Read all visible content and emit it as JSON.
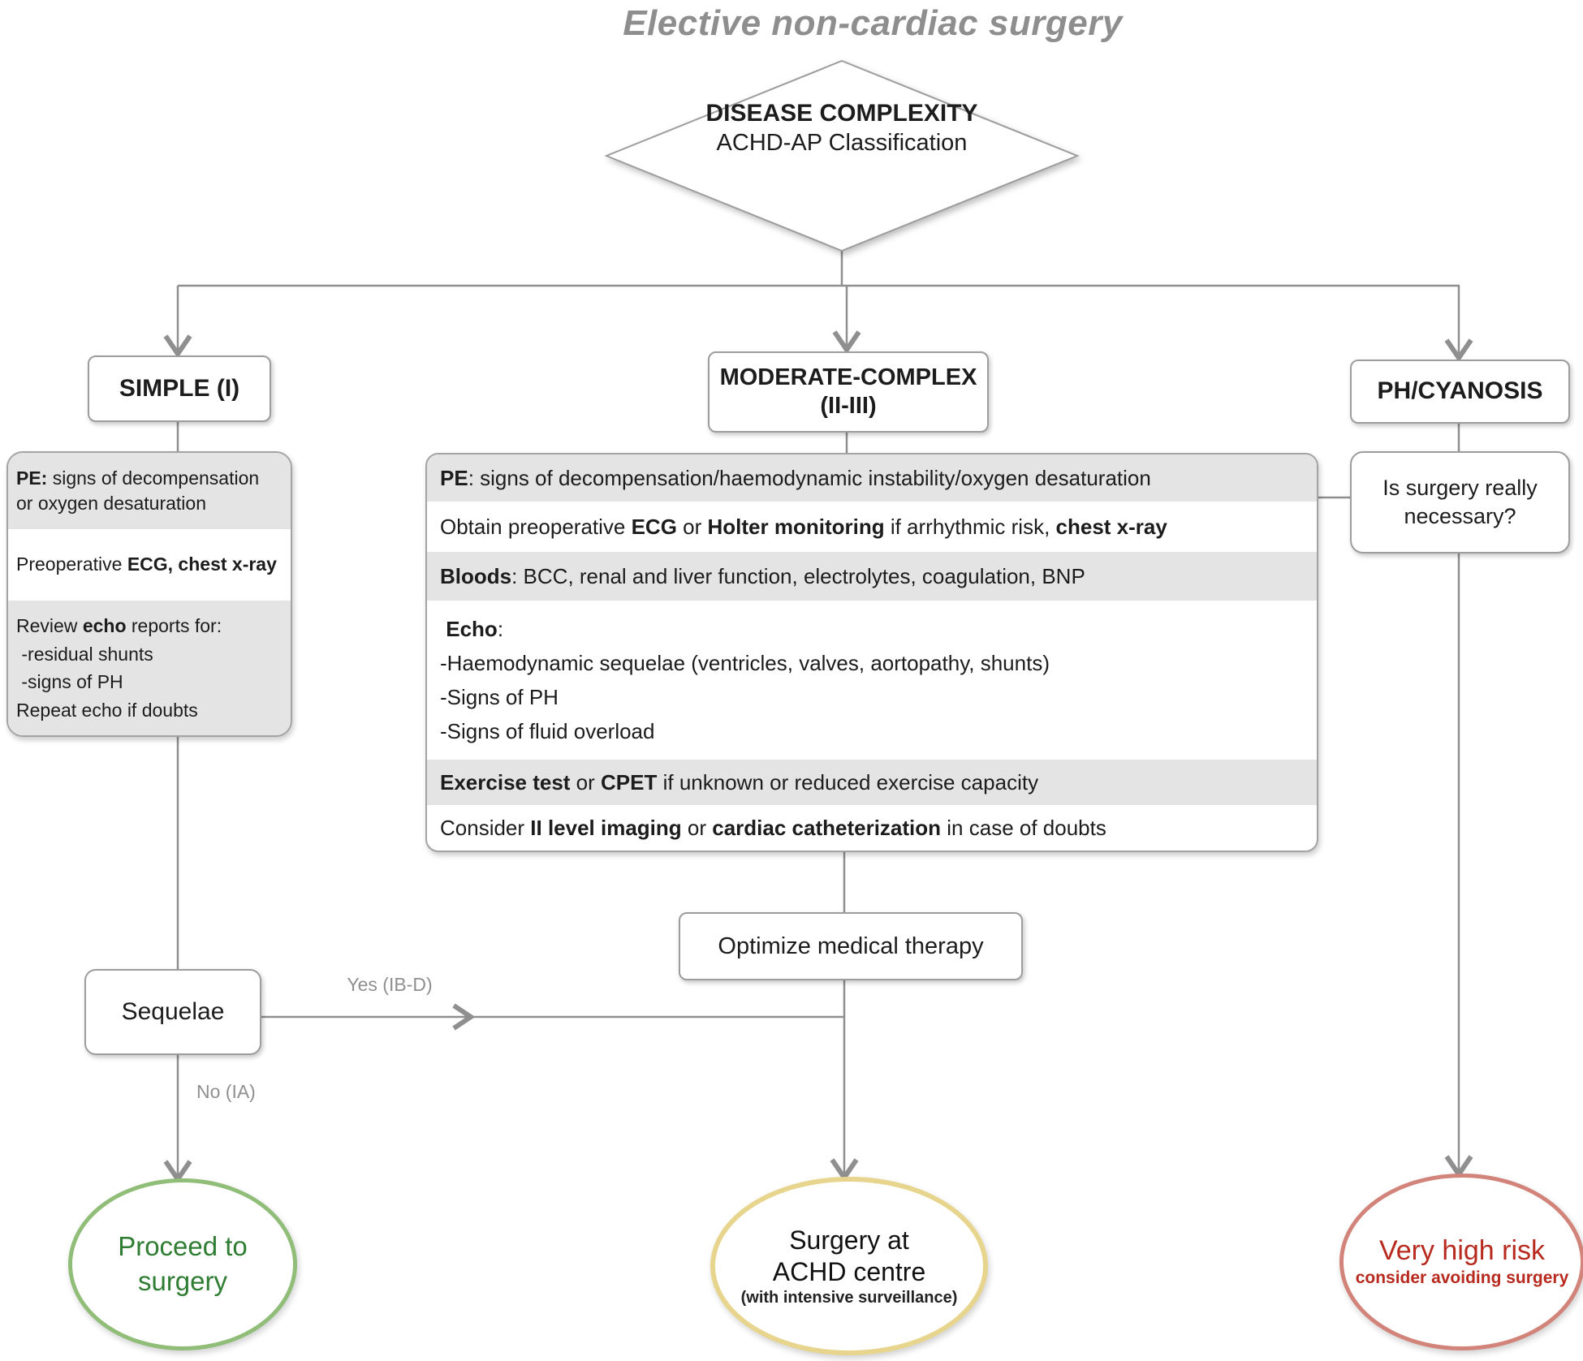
{
  "title": "Elective non-cardiac surgery",
  "colors": {
    "connector": "#8f8f8f",
    "node_border": "#9d9d9d",
    "row_gray": "#e4e4e4",
    "green_border": "#90bd77",
    "green_text": "#2e7d32",
    "yellow_border": "#e7d58e",
    "red_border": "#d2847a",
    "red_text": "#b8291e"
  },
  "diamond": {
    "line1": "DISEASE COMPLEXITY",
    "line2": "ACHD-AP Classification"
  },
  "branches": {
    "simple": "SIMPLE (I)",
    "moderate": "MODERATE-COMPLEX\n(II-III)",
    "ph": "PH/CYANOSIS"
  },
  "left_box": {
    "rows": [
      {
        "lines": [
          [
            {
              "t": "PE:",
              "b": true
            },
            {
              "t": " signs of decompensation"
            }
          ],
          [
            {
              "t": "or oxygen desaturation"
            }
          ]
        ]
      },
      {
        "lines": [
          [
            {
              "t": "Preoperative "
            },
            {
              "t": "ECG, chest x-ray",
              "b": true
            }
          ]
        ]
      },
      {
        "lines": [
          [
            {
              "t": "Review "
            },
            {
              "t": "echo",
              "b": true
            },
            {
              "t": " reports for:"
            }
          ],
          [
            {
              "t": " -residual shunts"
            }
          ],
          [
            {
              "t": " -signs of PH"
            }
          ],
          [
            {
              "t": "Repeat echo if doubts"
            }
          ]
        ]
      }
    ]
  },
  "middle_box": {
    "rows": [
      {
        "lines": [
          [
            {
              "t": "PE",
              "b": true
            },
            {
              "t": ": signs of decompensation/haemodynamic instability/oxygen desaturation"
            }
          ]
        ]
      },
      {
        "lines": [
          [
            {
              "t": "Obtain preoperative "
            },
            {
              "t": "ECG",
              "b": true
            },
            {
              "t": " or "
            },
            {
              "t": "Holter monitoring",
              "b": true
            },
            {
              "t": " if arrhythmic risk, "
            },
            {
              "t": "chest x-ray",
              "b": true
            }
          ]
        ]
      },
      {
        "lines": [
          [
            {
              "t": "Bloods",
              "b": true
            },
            {
              "t": ": BCC, renal and liver function, electrolytes, coagulation, BNP"
            }
          ]
        ]
      },
      {
        "lines": [
          [
            {
              "t": " "
            },
            {
              "t": "Echo",
              "b": true
            },
            {
              "t": ":"
            }
          ],
          [
            {
              "t": "-Haemodynamic sequelae (ventricles, valves, aortopathy, shunts)"
            }
          ],
          [
            {
              "t": "-Signs of PH"
            }
          ],
          [
            {
              "t": "-Signs of fluid overload"
            }
          ]
        ]
      },
      {
        "lines": [
          [
            {
              "t": "Exercise test",
              "b": true
            },
            {
              "t": " or "
            },
            {
              "t": "CPET",
              "b": true
            },
            {
              "t": " if unknown or reduced exercise capacity"
            }
          ]
        ]
      },
      {
        "lines": [
          [
            {
              "t": "Consider "
            },
            {
              "t": "II level imaging",
              "b": true
            },
            {
              "t": " or "
            },
            {
              "t": "cardiac catheterization",
              "b": true
            },
            {
              "t": " in case of doubts"
            }
          ]
        ]
      }
    ]
  },
  "right_question": "Is surgery really\nnecessary?",
  "optimize_label": "Optimize medical therapy",
  "sequelae_label": "Sequelae",
  "edge_labels": {
    "yes": "Yes (IB-D)",
    "no": "No (IA)"
  },
  "outcomes": {
    "green": {
      "text": "Proceed to\nsurgery"
    },
    "yellow": {
      "title": "Surgery at\nACHD centre",
      "subtitle": "(with intensive surveillance)"
    },
    "red": {
      "title": "Very high risk",
      "subtitle": "consider avoiding surgery"
    }
  }
}
